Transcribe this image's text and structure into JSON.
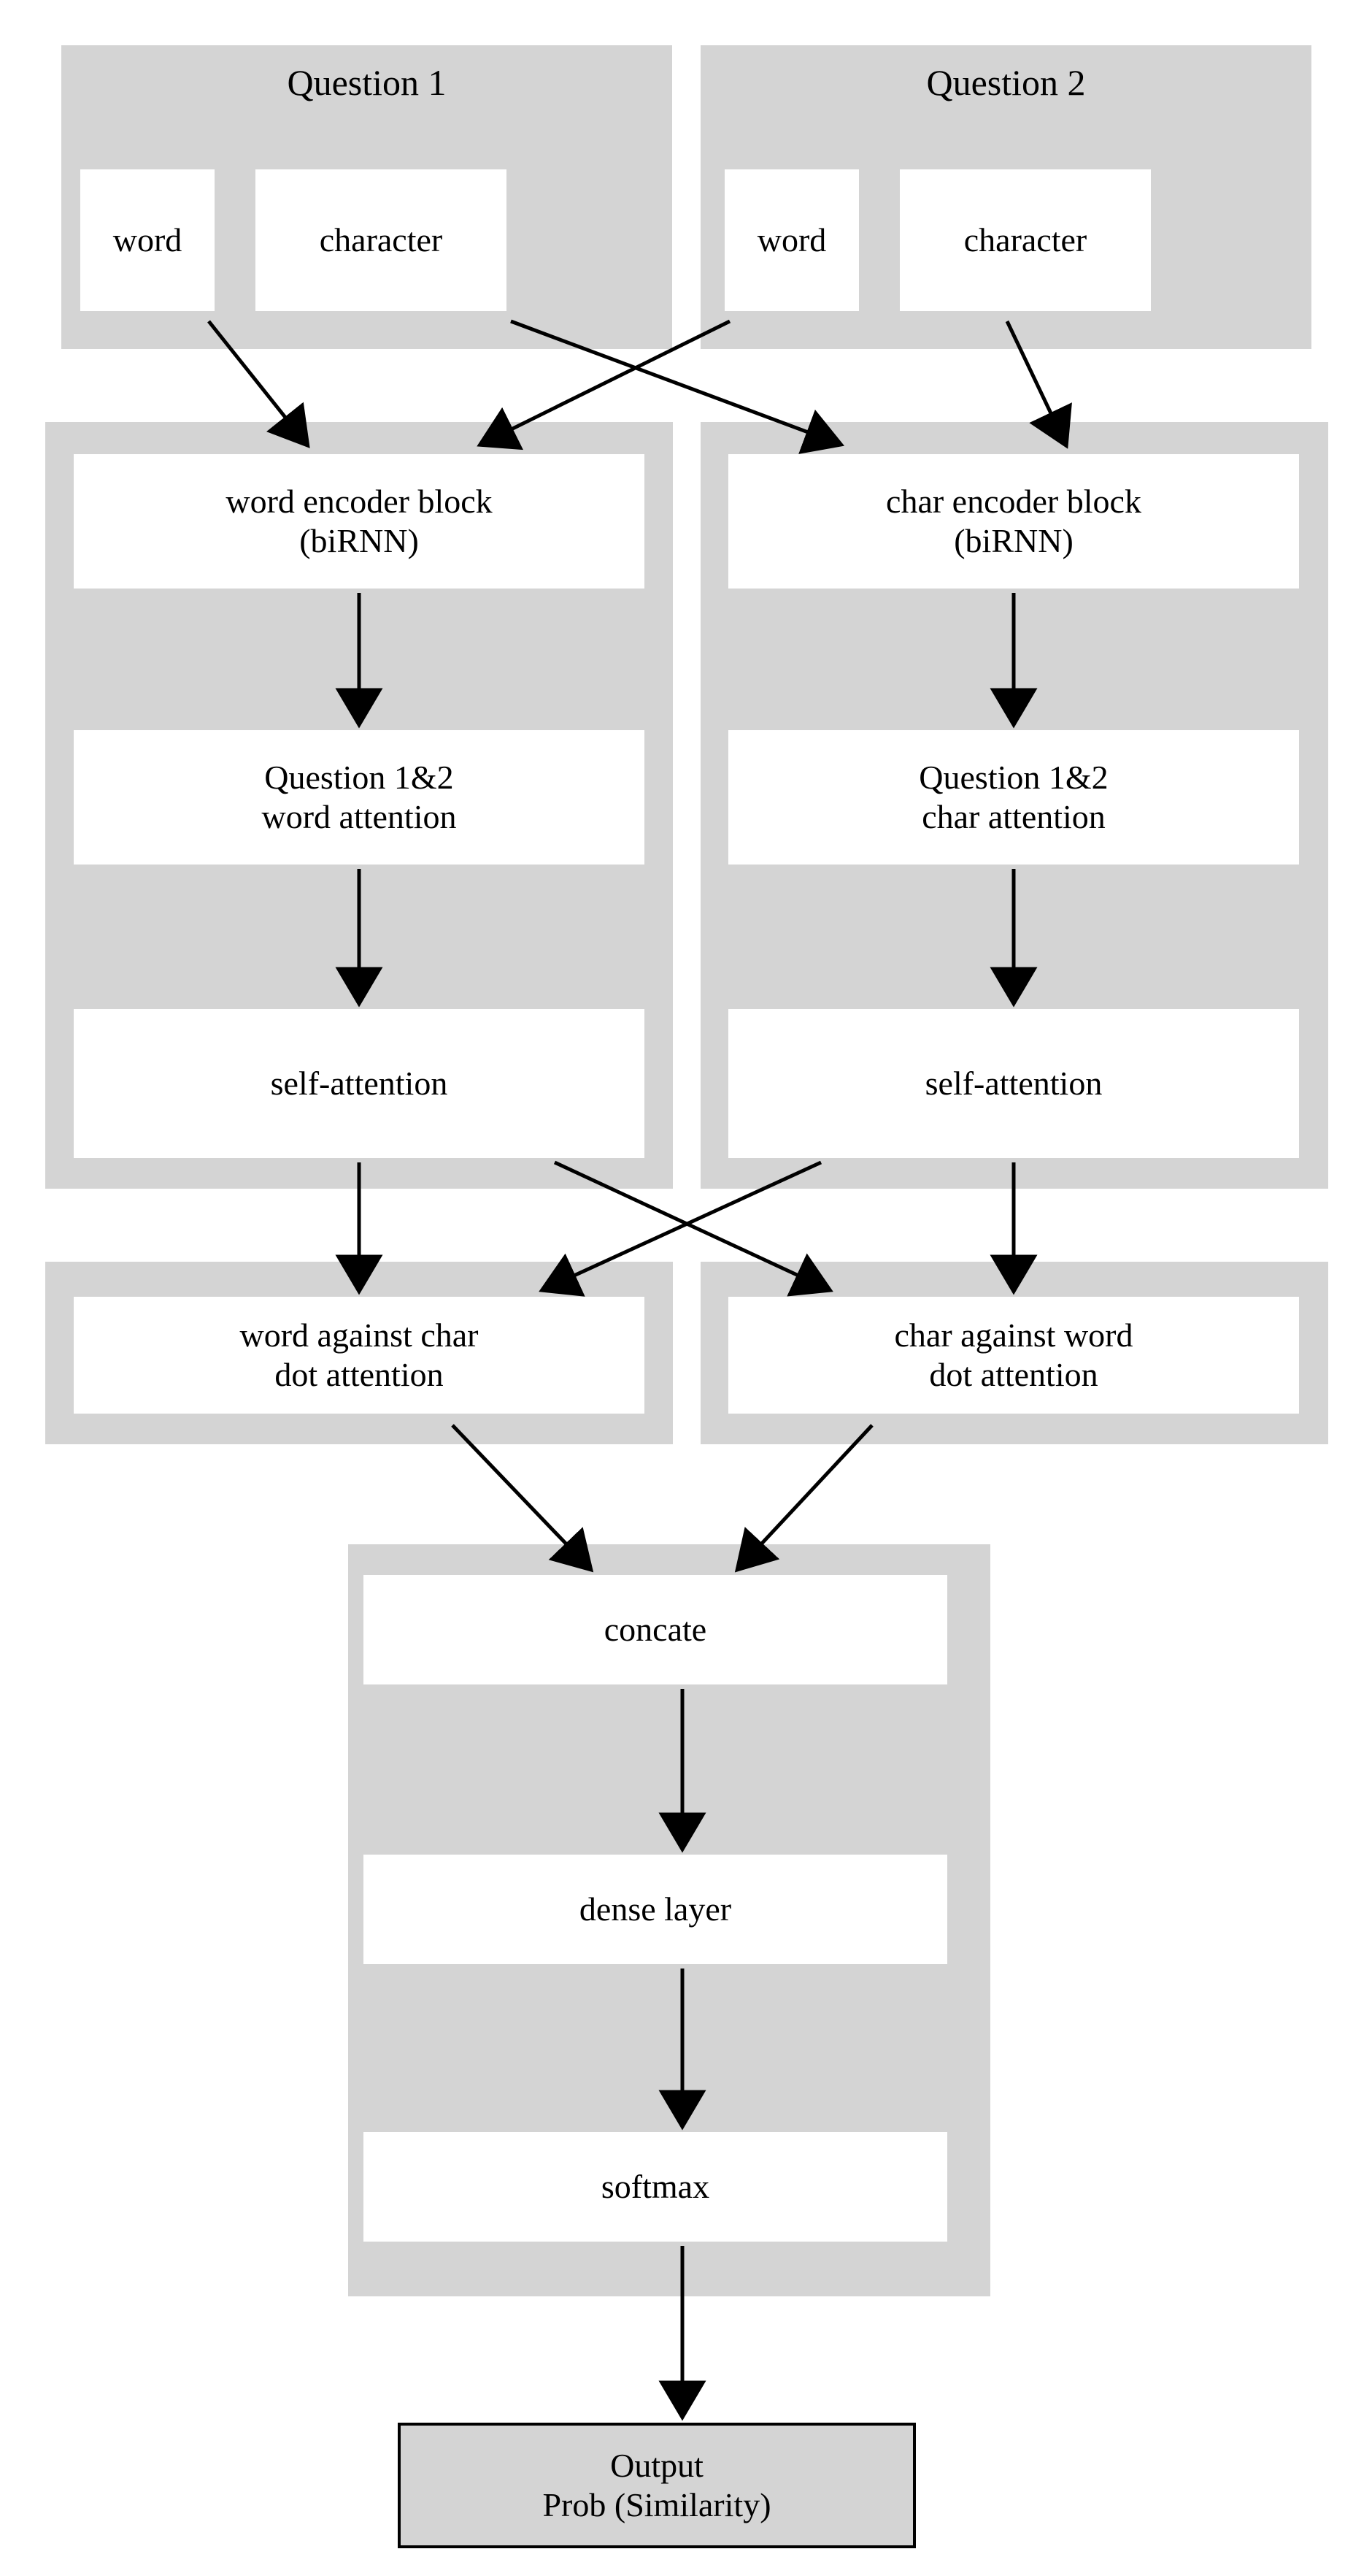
{
  "diagram": {
    "title_q1": "Question 1",
    "title_q2": "Question 2",
    "colors": {
      "group_fill": "#d4d4d4",
      "node_fill": "#ffffff",
      "edge": "#000000",
      "output_fill": "#d4d4d4",
      "output_border": "#000000",
      "background": "#ffffff"
    },
    "nodes": {
      "q1_word": "word",
      "q1_character": "character",
      "q2_word": "word",
      "q2_character": "character",
      "word_encoder": "word encoder block\n(biRNN)",
      "char_encoder": "char encoder block\n(biRNN)",
      "word_attention": "Question 1&2\nword attention",
      "char_attention": "Question 1&2\nchar attention",
      "self_attention_left": "self-attention",
      "self_attention_right": "self-attention",
      "word_against_char": "word against char\ndot attention",
      "char_against_word": "char against word\ndot attention",
      "concate": "concate",
      "dense_layer": "dense layer",
      "softmax": "softmax",
      "output": "Output\nProb (Similarity)"
    },
    "edges": [
      {
        "from": "q1_word",
        "to": "word_encoder"
      },
      {
        "from": "q1_character",
        "to": "char_encoder"
      },
      {
        "from": "q2_word",
        "to": "word_encoder"
      },
      {
        "from": "q2_character",
        "to": "char_encoder"
      },
      {
        "from": "word_encoder",
        "to": "word_attention"
      },
      {
        "from": "char_encoder",
        "to": "char_attention"
      },
      {
        "from": "word_attention",
        "to": "self_attention_left"
      },
      {
        "from": "char_attention",
        "to": "self_attention_right"
      },
      {
        "from": "self_attention_left",
        "to": "word_against_char"
      },
      {
        "from": "self_attention_left",
        "to": "char_against_word"
      },
      {
        "from": "self_attention_right",
        "to": "word_against_char"
      },
      {
        "from": "self_attention_right",
        "to": "char_against_word"
      },
      {
        "from": "word_against_char",
        "to": "concate"
      },
      {
        "from": "char_against_word",
        "to": "concate"
      },
      {
        "from": "concate",
        "to": "dense_layer"
      },
      {
        "from": "dense_layer",
        "to": "softmax"
      },
      {
        "from": "softmax",
        "to": "output"
      }
    ]
  }
}
